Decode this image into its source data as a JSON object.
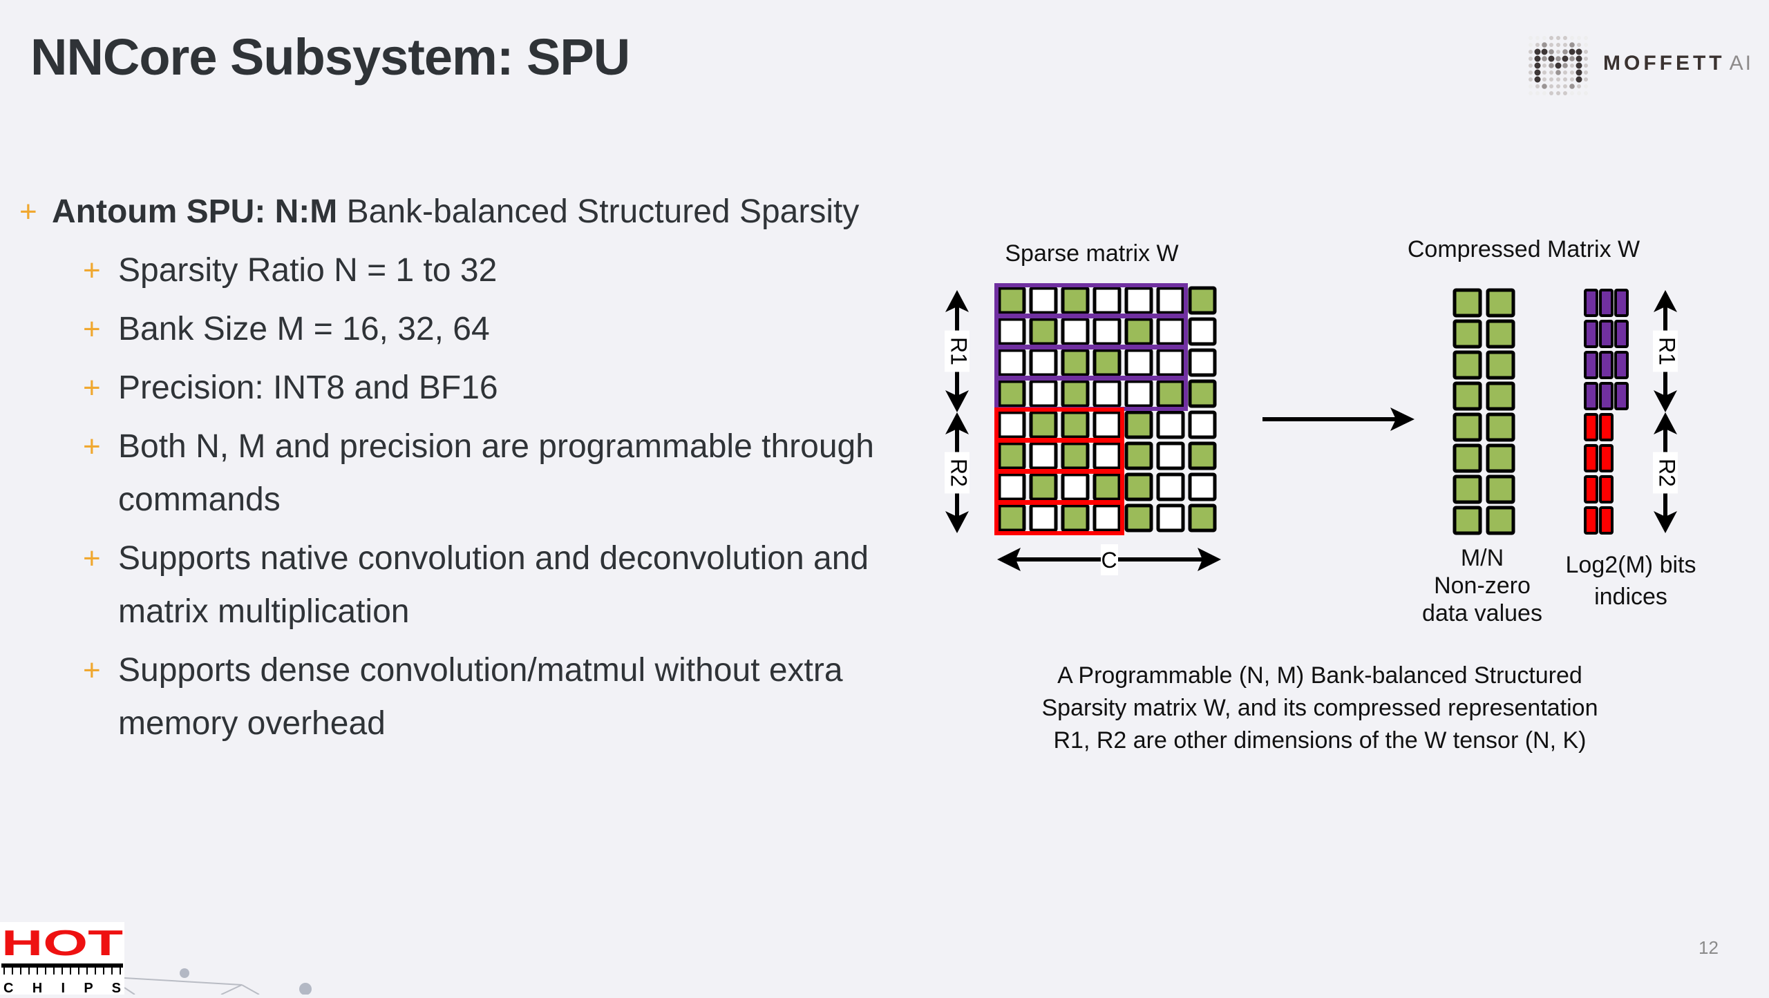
{
  "slide": {
    "title": "NNCore Subsystem: SPU",
    "page_number": "12"
  },
  "logo": {
    "brand": "MOFFETT",
    "suffix": "AI",
    "icon": "moffett-dot-m-icon"
  },
  "footer_logo": {
    "top": "HOT",
    "bottom": "C H I P S",
    "icon": "hot-chips-flame-logo"
  },
  "colors": {
    "bullet_accent": "#f0a830",
    "nonzero_cell": "#9bbb59",
    "zero_cell": "#ffffff",
    "r1_bank": "#7030a0",
    "r2_bank": "#ff0000",
    "title_text": "#2f3337"
  },
  "bullets": [
    {
      "level": 0,
      "bold": "Antoum SPU: N:M",
      "text": " Bank-balanced Structured Sparsity"
    },
    {
      "level": 1,
      "text": "Sparsity Ratio N = 1 to 32"
    },
    {
      "level": 1,
      "text": "Bank Size M = 16, 32, 64"
    },
    {
      "level": 1,
      "text": "Precision: INT8 and BF16"
    },
    {
      "level": 1,
      "text": "Both N, M and precision are programmable through commands"
    },
    {
      "level": 1,
      "text": "Supports native convolution and deconvolution and matrix multiplication"
    },
    {
      "level": 1,
      "text": "Supports dense convolution/matmul without extra memory overhead"
    }
  ],
  "diagram": {
    "sparse_title": "Sparse matrix W",
    "compressed_title": "Compressed Matrix W",
    "label_r1": "R1",
    "label_r2": "R2",
    "label_c": "C",
    "sparse_matrix": [
      [
        1,
        0,
        1,
        0,
        0,
        0,
        1
      ],
      [
        0,
        1,
        0,
        0,
        1,
        0,
        0
      ],
      [
        0,
        0,
        1,
        1,
        0,
        0,
        0
      ],
      [
        1,
        0,
        1,
        0,
        0,
        1,
        1
      ],
      [
        0,
        1,
        1,
        0,
        1,
        0,
        0
      ],
      [
        1,
        0,
        1,
        0,
        1,
        0,
        1
      ],
      [
        0,
        1,
        0,
        1,
        1,
        0,
        0
      ],
      [
        1,
        0,
        1,
        0,
        1,
        0,
        1
      ]
    ],
    "r1_rows": 4,
    "r1_bank_columns": 6,
    "r2_rows": 4,
    "r2_bank_columns": 4,
    "compressed_values_columns": 2,
    "compressed_rows": 8,
    "r1_index_bits": 3,
    "r2_index_bits": 2,
    "values_label_lines": [
      "M/N",
      "Non-zero",
      "data values"
    ],
    "indices_label_lines": [
      "Log2(M) bits",
      "indices"
    ],
    "caption_lines": [
      "A Programmable (N, M) Bank-balanced Structured",
      "Sparsity matrix W, and its compressed representation",
      "R1, R2 are other dimensions of the W tensor (N, K)"
    ]
  }
}
